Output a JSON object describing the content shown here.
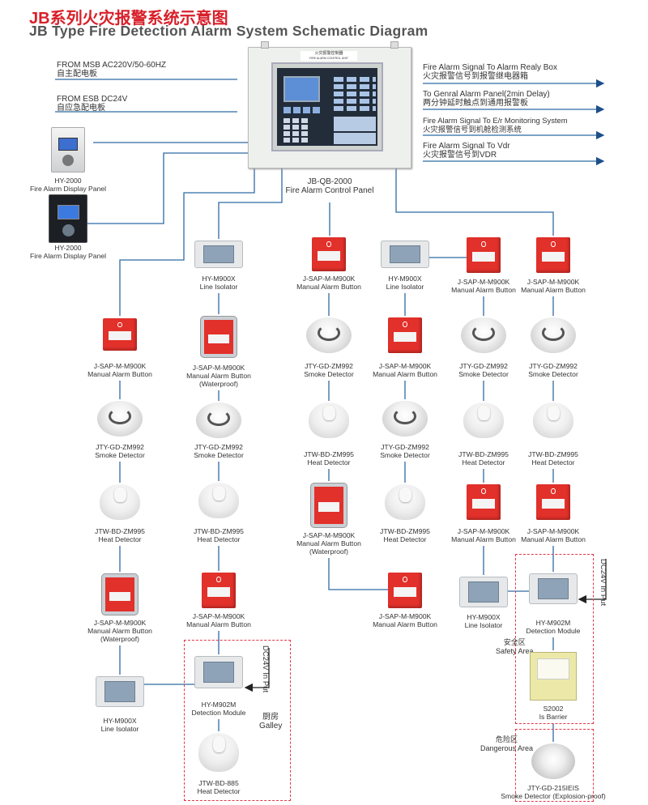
{
  "header": {
    "title_cn": "JB系列火灾报警系统示意图",
    "title_en": "JB Type Fire Detection Alarm System Schematic Diagram"
  },
  "inputs": [
    {
      "en": "FROM MSB AC220V/50-60HZ",
      "cn": "自主配电板"
    },
    {
      "en": "FROM ESB DC24V",
      "cn": "自应急配电板"
    }
  ],
  "outputs": [
    {
      "en": "Fire Alarm Signal To Alarm Realy Box",
      "cn": "火灾报警信号到报警继电器箱"
    },
    {
      "en": "To Genral Alarm Panel(2min Delay)",
      "cn": "两分钟延时触点到通用报警板"
    },
    {
      "en": "Fire Alarm Signal To E/r Monitoring System",
      "cn": "火灾报警信号到机舱检测系统"
    },
    {
      "en": "Fire Alarm Signal To Vdr",
      "cn": "火灾报警信号到VDR"
    }
  ],
  "control_panel": {
    "model": "JB-QB-2000",
    "name": "Fire Alarm Control Panel",
    "plate_cn": "火灾报警控制器",
    "plate_en": "FIRE ALARM CONTROL UNIT"
  },
  "display_panels": [
    {
      "model": "HY-2000",
      "name": "Fire Alarm Display Panel",
      "finish": "silver"
    },
    {
      "model": "HY-2000",
      "name": "Fire Alarm Display Panel",
      "finish": "black"
    }
  ],
  "devices": [
    {
      "type": "manual",
      "model": "J-SAP-M-M900K",
      "name": "Manual Alarm Button"
    },
    {
      "type": "smoke",
      "model": "JTY-GD-ZM992",
      "name": "Smoke Detector"
    },
    {
      "type": "heat",
      "model": "JTW-BD-ZM995",
      "name": "Heat Detector"
    },
    {
      "type": "waterproof",
      "model": "J-SAP-M-M900K",
      "name": "Manual Alarm Button",
      "note": "(Waterproof)"
    },
    {
      "type": "isolator",
      "model": "HY-M900X",
      "name": "Line Isolator"
    },
    {
      "type": "isolator",
      "model": "HY-M900X",
      "name": "Line Isolator"
    },
    {
      "type": "waterproof",
      "model": "J-SAP-M-M900K",
      "name": "Manual Alarm Button",
      "note": "(Waterproof)"
    },
    {
      "type": "smoke",
      "model": "JTY-GD-ZM992",
      "name": "Smoke Detector"
    },
    {
      "type": "heat",
      "model": "JTW-BD-ZM995",
      "name": "Heat Detector"
    },
    {
      "type": "manual",
      "model": "J-SAP-M-M900K",
      "name": "Manual Alarm Button"
    },
    {
      "type": "module",
      "model": "HY-M902M",
      "name": "Detection Module"
    },
    {
      "type": "heat",
      "model": "JTW-BD-885",
      "name": "Heat Detector"
    },
    {
      "type": "manual",
      "model": "J-SAP-M-M900K",
      "name": "Manual Alarm Button"
    },
    {
      "type": "smoke",
      "model": "JTY-GD-ZM992",
      "name": "Smoke Detector"
    },
    {
      "type": "heat",
      "model": "JTW-BD-ZM995",
      "name": "Heat Detector"
    },
    {
      "type": "waterproof",
      "model": "J-SAP-M-M900K",
      "name": "Manual Alarm Button",
      "note": "(Waterproof)"
    },
    {
      "type": "isolator",
      "model": "HY-M900X",
      "name": "Line Isolator"
    },
    {
      "type": "manual",
      "model": "J-SAP-M-M900K",
      "name": "Manual Alarm Button"
    },
    {
      "type": "smoke",
      "model": "JTY-GD-ZM992",
      "name": "Smoke Detector"
    },
    {
      "type": "heat",
      "model": "JTW-BD-ZM995",
      "name": "Heat Detector"
    },
    {
      "type": "manual",
      "model": "J-SAP-M-M900K",
      "name": "Manual Alarm Button"
    },
    {
      "type": "manual",
      "model": "J-SAP-M-M900K",
      "name": "Manual Alarm Button"
    },
    {
      "type": "smoke",
      "model": "JTY-GD-ZM992",
      "name": "Smoke Detector"
    },
    {
      "type": "heat",
      "model": "JTW-BD-ZM995",
      "name": "Heat Detector"
    },
    {
      "type": "manual",
      "model": "J-SAP-M-M900K",
      "name": "Manual Alarm Button"
    },
    {
      "type": "isolator",
      "model": "HY-M900X",
      "name": "Line Isolator"
    },
    {
      "type": "manual",
      "model": "J-SAP-M-M900K",
      "name": "Manual Alarm Button"
    },
    {
      "type": "smoke",
      "model": "JTY-GD-ZM992",
      "name": "Smoke Detector"
    },
    {
      "type": "heat",
      "model": "JTW-BD-ZM995",
      "name": "Heat Detector"
    },
    {
      "type": "manual",
      "model": "J-SAP-M-M900K",
      "name": "Manual Alarm Button"
    },
    {
      "type": "module",
      "model": "HY-M902M",
      "name": "Detection Module"
    },
    {
      "type": "barrier",
      "model": "S2002",
      "name": "Is Barrier"
    },
    {
      "type": "exsmoke",
      "model": "JTY-GD-215IEIS",
      "name": "Smoke Detector  (Explosion-proof)"
    }
  ],
  "zones": {
    "galley_cn": "厨房",
    "galley_en": "Galley",
    "safety_cn": "安全区",
    "safety_en": "Safety Area",
    "danger_cn": "危险区",
    "danger_en": "Dangerous Area",
    "dc_input": "DC24V In Put"
  },
  "colors": {
    "title": "#d8202a",
    "wire": "#2f6aa3",
    "zone_border": "#e2374a",
    "manual_button": "#e2302a"
  }
}
